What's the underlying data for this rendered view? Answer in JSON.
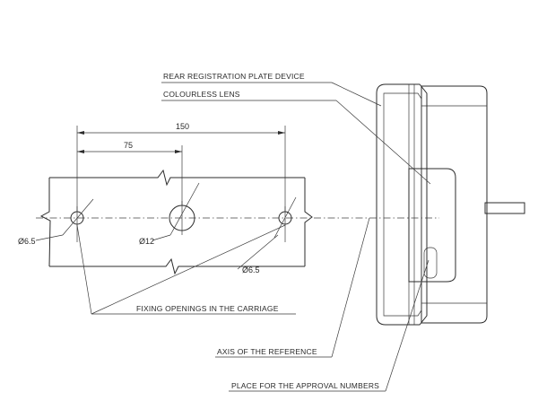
{
  "labels": {
    "rear_device": "REAR REGISTRATION PLATE DEVICE",
    "lens": "COLOURLESS LENS",
    "fixing": "FIXING OPENINGS IN THE CARRIAGE",
    "axis": "AXIS OF THE REFERENCE",
    "approval": "PLACE FOR THE APPROVAL NUMBERS"
  },
  "dimensions": {
    "overall_spacing": "150",
    "half_spacing": "75",
    "left_hole": "Ø6.5",
    "center_hole": "Ø12",
    "right_hole": "Ø6.5"
  }
}
